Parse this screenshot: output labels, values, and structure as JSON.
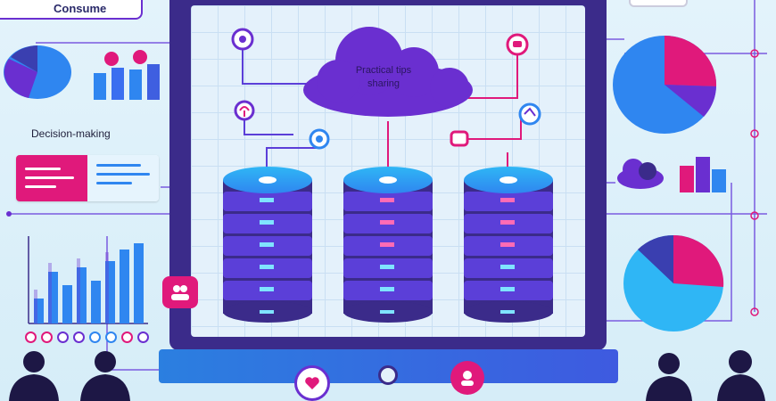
{
  "header": {
    "title": "Consume"
  },
  "labels": {
    "decision": "Decision-making"
  },
  "cloud": {
    "line1": "Practical tips",
    "line2": "sharing"
  },
  "colors": {
    "magenta": "#e0197b",
    "purple": "#6a2fd0",
    "blue": "#2f86f0",
    "navy": "#3b2b8a"
  },
  "icons": [
    "cloud-icon",
    "database-icon",
    "pie-chart-icon",
    "bar-chart-icon",
    "people-icon",
    "chat-icon",
    "person-silhouette-icon"
  ]
}
